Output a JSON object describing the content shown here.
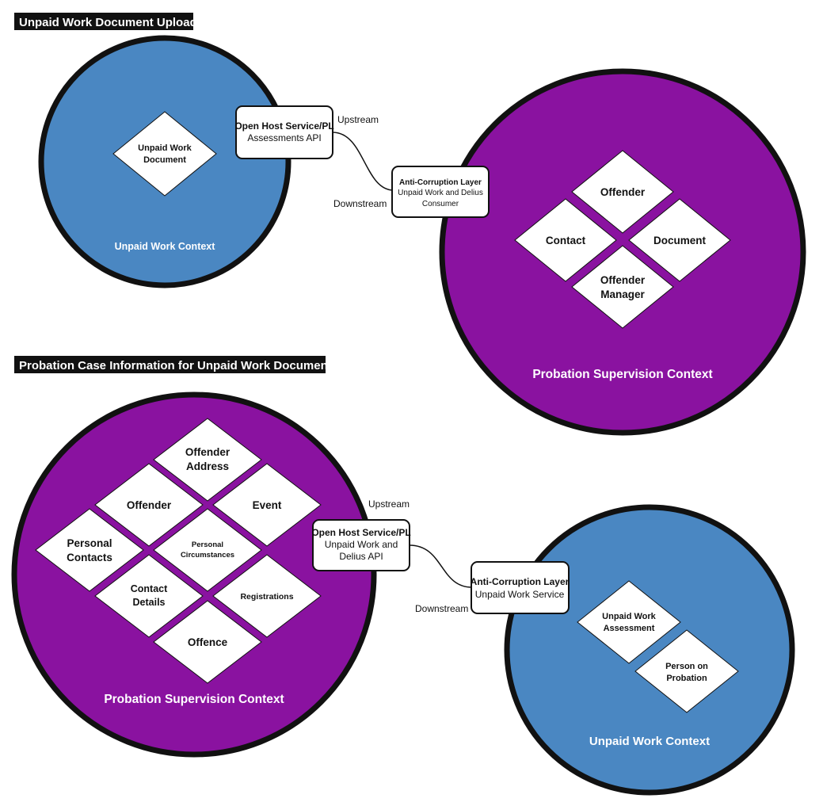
{
  "diagram1": {
    "header": "Unpaid Work Document Upload",
    "unpaid_context": {
      "label": "Unpaid Work Context",
      "entity": [
        "Unpaid Work",
        "Document"
      ]
    },
    "probation_context": {
      "label": "Probation Supervision Context",
      "entities": {
        "top": [
          "Offender"
        ],
        "left": [
          "Contact"
        ],
        "right": [
          "Document"
        ],
        "bottom": [
          "Offender",
          "Manager"
        ]
      }
    },
    "ohs": {
      "title": "Open Host Service/PL",
      "subtitle": [
        "Assessments API"
      ]
    },
    "acl": {
      "title": "Anti-Corruption Layer",
      "subtitle": [
        "Unpaid Work and Delius",
        "Consumer"
      ]
    },
    "upstream": "Upstream",
    "downstream": "Downstream"
  },
  "diagram2": {
    "header": "Probation Case Information for Unpaid Work Document",
    "probation_context": {
      "label": "Probation Supervision Context",
      "entities": {
        "offender_address": [
          "Offender",
          "Address"
        ],
        "offender": [
          "Offender"
        ],
        "event": [
          "Event"
        ],
        "personal_contacts": [
          "Personal",
          "Contacts"
        ],
        "personal_circumstances": [
          "Personal",
          "Circumstances"
        ],
        "contact_details": [
          "Contact",
          "Details"
        ],
        "registrations": [
          "Registrations"
        ],
        "offence": [
          "Offence"
        ]
      }
    },
    "unpaid_context": {
      "label": "Unpaid Work Context",
      "entities": {
        "assessment": [
          "Unpaid Work",
          "Assessment"
        ],
        "person": [
          "Person on",
          "Probation"
        ]
      }
    },
    "ohs": {
      "title": "Open Host Service/PL",
      "subtitle": [
        "Unpaid Work and",
        "Delius API"
      ]
    },
    "acl": {
      "title": "Anti-Corruption Layer",
      "subtitle": [
        "Unpaid Work Service"
      ]
    },
    "upstream": "Upstream",
    "downstream": "Downstream"
  },
  "colors": {
    "blue_context": "#4a87c2",
    "purple_context": "#8a12a0",
    "outline": "#111111"
  }
}
